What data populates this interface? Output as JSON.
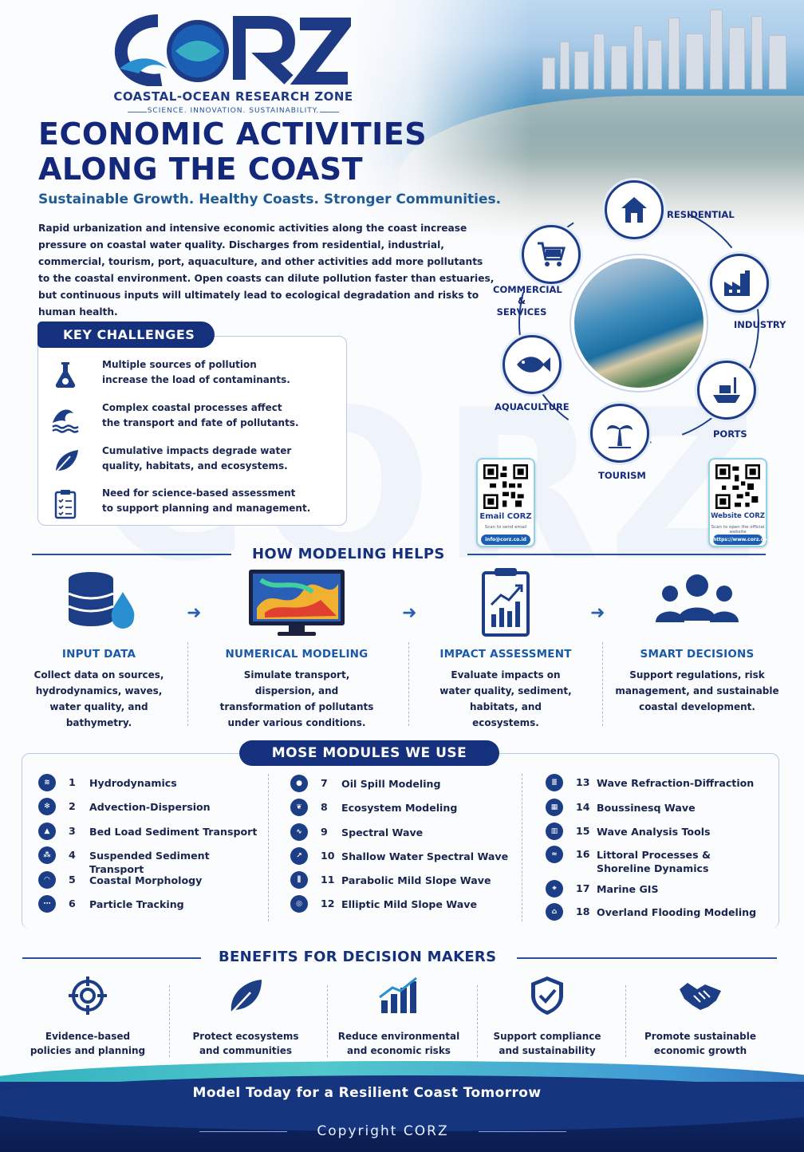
{
  "logo": {
    "name": "CORZ",
    "subtitle": "COASTAL-OCEAN RESEARCH ZONE",
    "tagline": "SCIENCE. INNOVATION. SUSTAINABILITY."
  },
  "header": {
    "title_line1": "ECONOMIC ACTIVITIES",
    "title_line2": "ALONG THE COAST",
    "subtitle": "Sustainable Growth. Healthy Coasts. Stronger Communities.",
    "intro": "Rapid urbanization and intensive economic activities along the coast increase pressure on coastal water quality. Discharges from residential, industrial, commercial, tourism, port, aquaculture, and other activities add more pollutants to the coastal environment. Open coasts can dilute pollution faster than estuaries, but continuous inputs will ultimately lead to ecological degradation and risks to human health."
  },
  "challenges": {
    "title": "KEY CHALLENGES",
    "items": [
      {
        "icon": "flask-icon",
        "line1": "Multiple sources of pollution",
        "line2": "increase the load of contaminants."
      },
      {
        "icon": "wave-icon",
        "line1": "Complex coastal processes affect",
        "line2": "the transport and fate of pollutants."
      },
      {
        "icon": "leaf-icon",
        "line1": "Cumulative impacts degrade water",
        "line2": "quality, habitats, and ecosystems."
      },
      {
        "icon": "clipboard-icon",
        "line1": "Need for science-based assessment",
        "line2": "to support planning and management."
      }
    ]
  },
  "activities": {
    "residential": "RESIDENTIAL",
    "industry": "INDUSTRY",
    "ports": "PORTS",
    "tourism": "TOURISM",
    "aquaculture": "AQUACULTURE",
    "commercial_1": "COMMERCIAL",
    "commercial_2": "& SERVICES"
  },
  "qr": {
    "email_label": "Email CORZ",
    "email_small": "Scan to send email",
    "email_value": "info@corz.co.id",
    "web_label": "Website CORZ",
    "web_small": "Scan to open the official website",
    "web_value": "https://www.corz.co.id"
  },
  "modeling": {
    "title": "HOW MODELING HELPS",
    "steps": [
      {
        "title": "INPUT DATA",
        "desc": "Collect data on sources, hydrodynamics, waves, water quality, and bathymetry."
      },
      {
        "title": "NUMERICAL MODELING",
        "desc": "Simulate transport, dispersion, and transformation of pollutants under various conditions."
      },
      {
        "title": "IMPACT ASSESSMENT",
        "desc": "Evaluate impacts on water quality, sediment, habitats, and ecosystems."
      },
      {
        "title": "SMART DECISIONS",
        "desc": "Support regulations, risk management, and sustainable coastal development."
      }
    ]
  },
  "modules": {
    "title": "MOSE MODULES WE USE",
    "items": [
      {
        "n": "1",
        "name": "Hydrodynamics"
      },
      {
        "n": "2",
        "name": "Advection-Dispersion"
      },
      {
        "n": "3",
        "name": "Bed Load Sediment Transport"
      },
      {
        "n": "4",
        "name": "Suspended Sediment Transport"
      },
      {
        "n": "5",
        "name": "Coastal Morphology"
      },
      {
        "n": "6",
        "name": "Particle Tracking"
      },
      {
        "n": "7",
        "name": "Oil Spill Modeling"
      },
      {
        "n": "8",
        "name": "Ecosystem Modeling"
      },
      {
        "n": "9",
        "name": "Spectral Wave"
      },
      {
        "n": "10",
        "name": "Shallow Water Spectral Wave"
      },
      {
        "n": "11",
        "name": "Parabolic Mild Slope Wave"
      },
      {
        "n": "12",
        "name": "Elliptic Mild Slope Wave"
      },
      {
        "n": "13",
        "name": "Wave Refraction-Diffraction"
      },
      {
        "n": "14",
        "name": "Boussinesq Wave"
      },
      {
        "n": "15",
        "name": "Wave Analysis Tools"
      },
      {
        "n": "16",
        "name": "Littoral Processes &",
        "name2": "Shoreline Dynamics"
      },
      {
        "n": "17",
        "name": "Marine GIS"
      },
      {
        "n": "18",
        "name": "Overland Flooding Modeling"
      }
    ]
  },
  "benefits": {
    "title": "BENEFITS FOR DECISION MAKERS",
    "items": [
      {
        "l1": "Evidence-based",
        "l2": "policies and planning"
      },
      {
        "l1": "Protect ecosystems",
        "l2": "and communities"
      },
      {
        "l1": "Reduce environmental",
        "l2": "and economic risks"
      },
      {
        "l1": "Support compliance",
        "l2": "and sustainability"
      },
      {
        "l1": "Promote sustainable",
        "l2": "economic growth"
      }
    ]
  },
  "footer": {
    "slogan": "Model Today for a Resilient Coast Tomorrow",
    "copyright": "Copyright CORZ"
  },
  "colors": {
    "navy": "#15307d",
    "accent_blue": "#1a58a8",
    "teal": "#19a6b8"
  }
}
